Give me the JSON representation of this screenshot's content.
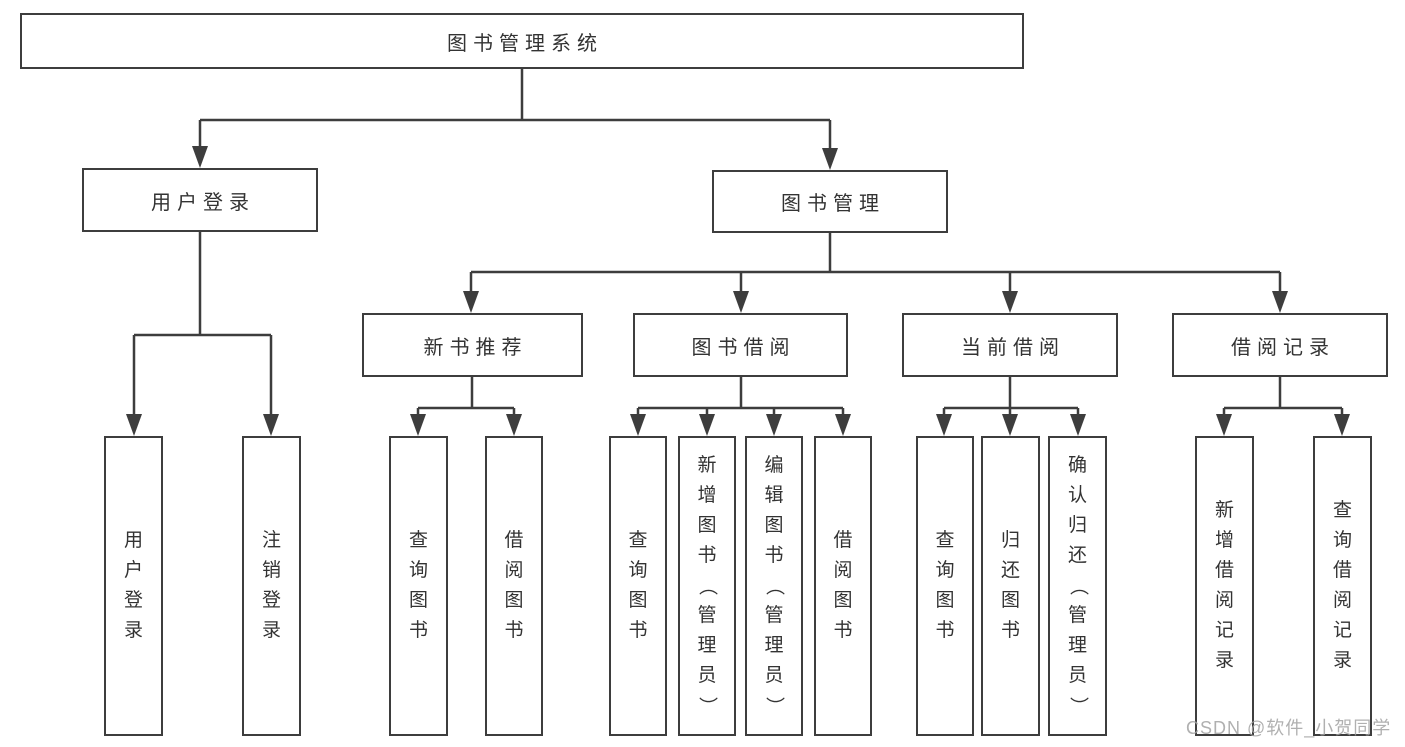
{
  "colors": {
    "line": "#3d3d3d",
    "text": "#333333",
    "background": "#ffffff",
    "watermark": "#a3a3a3"
  },
  "watermark": {
    "text": "CSDN @软件_小贺同学"
  },
  "tree": {
    "label": "图书管理系统",
    "children": [
      {
        "label": "用户登录",
        "children": [
          {
            "label": "用户登录"
          },
          {
            "label": "注销登录"
          }
        ]
      },
      {
        "label": "图书管理",
        "children": [
          {
            "label": "新书推荐",
            "children": [
              {
                "label": "查询图书"
              },
              {
                "label": "借阅图书"
              }
            ]
          },
          {
            "label": "图书借阅",
            "children": [
              {
                "label": "查询图书"
              },
              {
                "label": "新增图书（管理员）"
              },
              {
                "label": "编辑图书（管理员）"
              },
              {
                "label": "借阅图书"
              }
            ]
          },
          {
            "label": "当前借阅",
            "children": [
              {
                "label": "查询图书"
              },
              {
                "label": "归还图书"
              },
              {
                "label": "确认归还（管理员）"
              }
            ]
          },
          {
            "label": "借阅记录",
            "children": [
              {
                "label": "新增借阅记录"
              },
              {
                "label": "查询借阅记录"
              }
            ]
          }
        ]
      }
    ]
  }
}
